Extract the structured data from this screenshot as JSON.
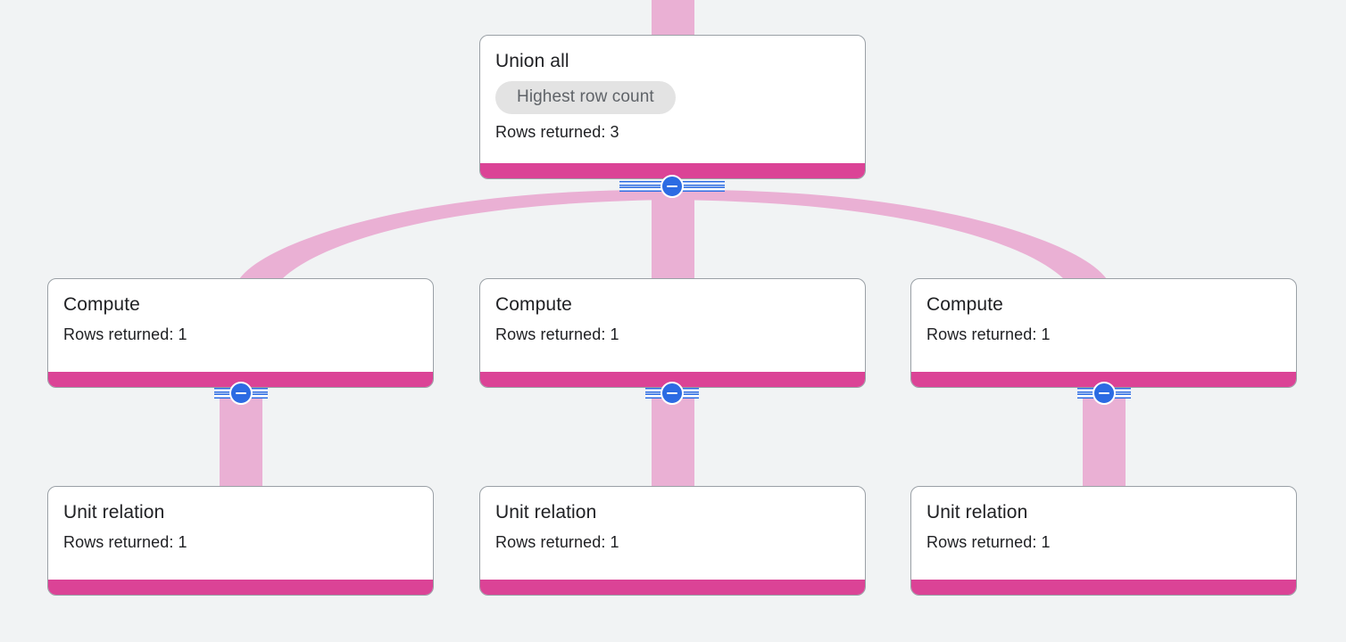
{
  "theme": {
    "background": "#F1F3F4",
    "node_background": "#FFFFFF",
    "node_border": "#9AA0A6",
    "accent_bar": "#DB4396",
    "edge_ribbon": "#EAB0D4",
    "chip_background": "#E3E3E3",
    "chip_text": "#5F6368",
    "toggle_blue": "#2C6BE3",
    "text_primary": "#202124"
  },
  "diagram": {
    "type": "query-execution-plan",
    "nodes": [
      {
        "id": "union-all",
        "title": "Union all",
        "chip": "Highest row count",
        "rows_returned_label": "Rows returned: 3",
        "rows_returned": 3,
        "toggle_state": "expanded",
        "toggle_icon": "minus-circle-icon"
      },
      {
        "id": "compute-1",
        "title": "Compute",
        "rows_returned_label": "Rows returned: 1",
        "rows_returned": 1,
        "toggle_state": "expanded",
        "toggle_icon": "minus-circle-icon"
      },
      {
        "id": "compute-2",
        "title": "Compute",
        "rows_returned_label": "Rows returned: 1",
        "rows_returned": 1,
        "toggle_state": "expanded",
        "toggle_icon": "minus-circle-icon"
      },
      {
        "id": "compute-3",
        "title": "Compute",
        "rows_returned_label": "Rows returned: 1",
        "rows_returned": 1,
        "toggle_state": "expanded",
        "toggle_icon": "minus-circle-icon"
      },
      {
        "id": "unit-relation-1",
        "title": "Unit relation",
        "rows_returned_label": "Rows returned: 1",
        "rows_returned": 1
      },
      {
        "id": "unit-relation-2",
        "title": "Unit relation",
        "rows_returned_label": "Rows returned: 1",
        "rows_returned": 1
      },
      {
        "id": "unit-relation-3",
        "title": "Unit relation",
        "rows_returned_label": "Rows returned: 1",
        "rows_returned": 1
      }
    ],
    "edges": [
      {
        "from": "offscreen-parent",
        "to": "union-all"
      },
      {
        "from": "union-all",
        "to": "compute-1"
      },
      {
        "from": "union-all",
        "to": "compute-2"
      },
      {
        "from": "union-all",
        "to": "compute-3"
      },
      {
        "from": "compute-1",
        "to": "unit-relation-1"
      },
      {
        "from": "compute-2",
        "to": "unit-relation-2"
      },
      {
        "from": "compute-3",
        "to": "unit-relation-3"
      }
    ]
  }
}
